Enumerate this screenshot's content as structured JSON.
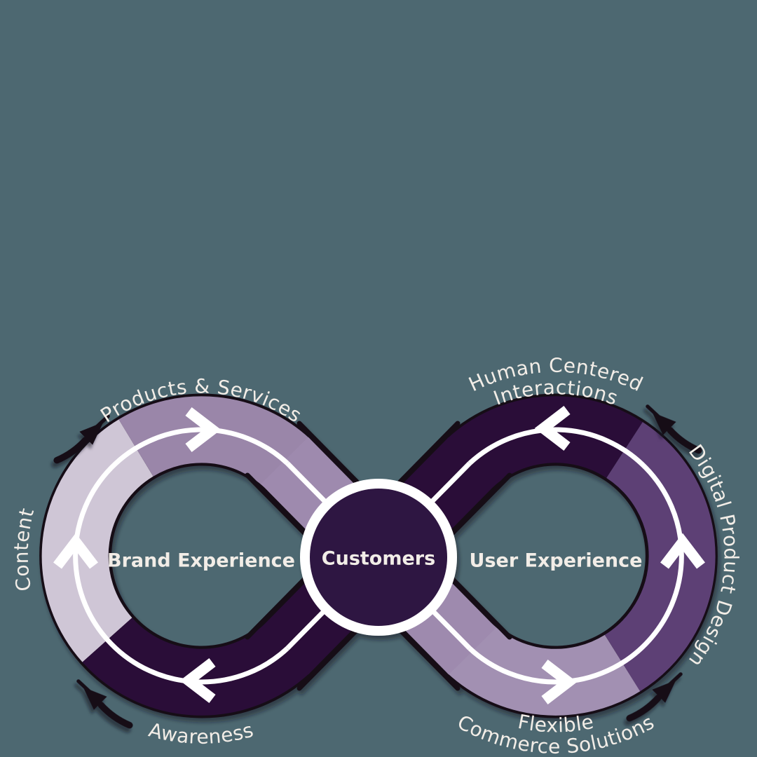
{
  "background_color": "#4d6871",
  "text_color": "#f2ede7",
  "outline_color": "#150c18",
  "flow_line_color": "#ffffff",
  "center": {
    "label": "Customers",
    "fill": "#2e1442",
    "ring_color": "#ffffff"
  },
  "left_loop": {
    "label": "Brand Experience",
    "direction": "clockwise",
    "segments": {
      "side": {
        "label": "Content",
        "color": "#cfc6d6"
      },
      "top": {
        "label": "Products & Services",
        "color": "#9a86a9"
      },
      "bottom": {
        "label": "Awareness",
        "color": "#2a1038"
      }
    }
  },
  "right_loop": {
    "label": "User Experience",
    "direction": "counterclockwise",
    "segments": {
      "top": {
        "label": [
          "Human Centered",
          "Interactions"
        ],
        "color": "#2a1038"
      },
      "side": {
        "label": "Digital Product Design",
        "color": "#5d4175"
      },
      "bottom": {
        "label": [
          "Flexible",
          "Commerce Solutions"
        ],
        "color": "#a290b2"
      }
    }
  },
  "cross_bands": {
    "lavender_band_color": "#9e8aae",
    "dark_band_color": "#2a1038"
  }
}
